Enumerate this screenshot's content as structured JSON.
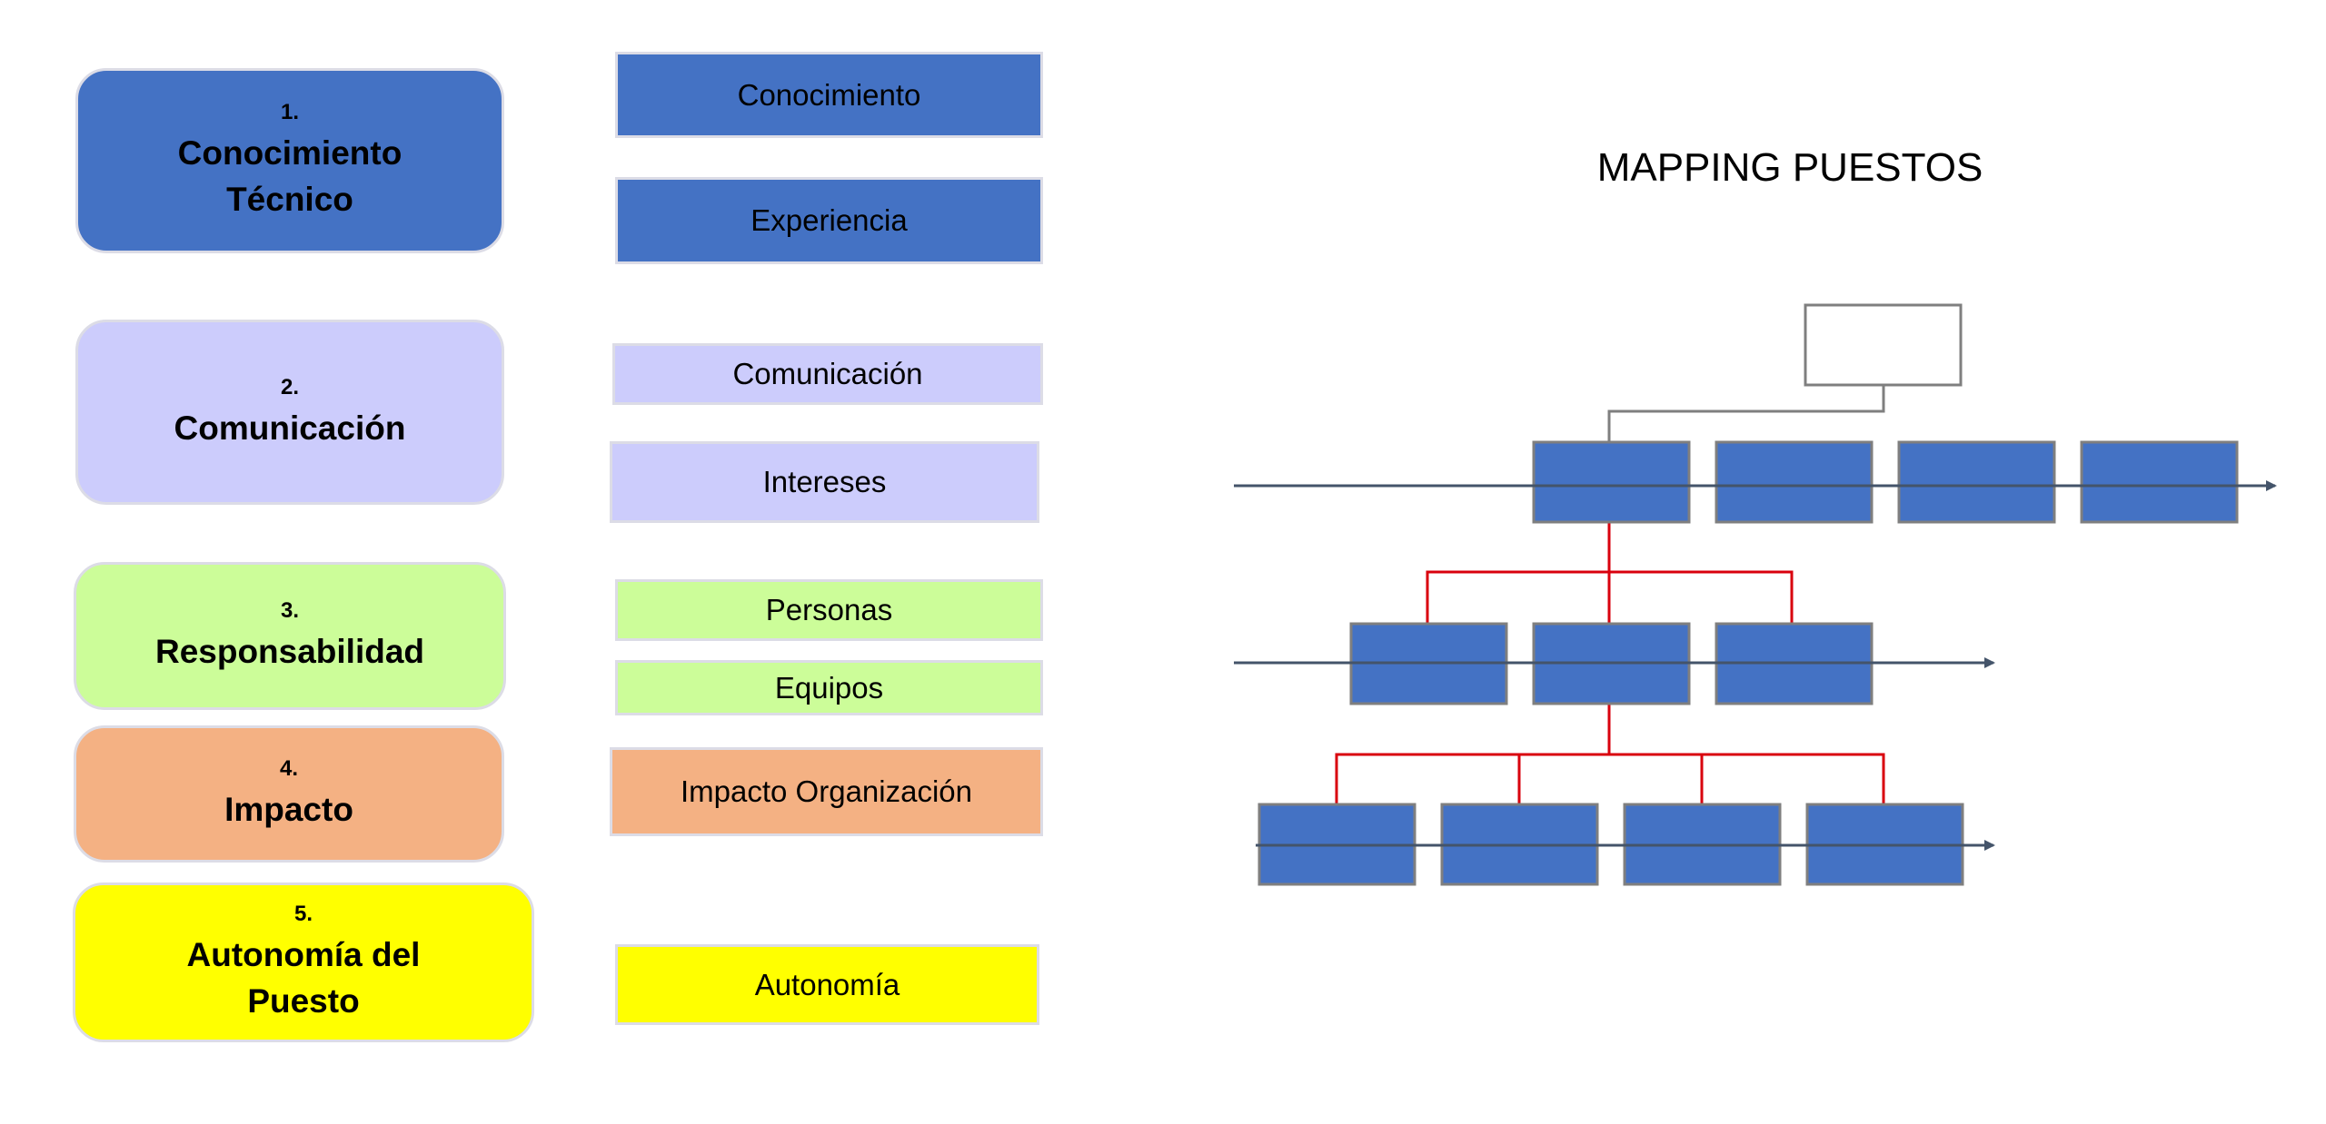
{
  "categories": [
    {
      "number": "1.",
      "title": "Conocimiento\nTécnico",
      "color": "#4472c4"
    },
    {
      "number": "2.",
      "title": "Comunicación",
      "color": "#ccccfc"
    },
    {
      "number": "3.",
      "title": "Responsabilidad",
      "color": "#ccfd99"
    },
    {
      "number": "4.",
      "title": "Impacto",
      "color": "#f4b183"
    },
    {
      "number": "5.",
      "title": "Autonomía del\nPuesto",
      "color": "#ffff00"
    }
  ],
  "factors": [
    {
      "label": "Conocimiento",
      "color": "#4472c4"
    },
    {
      "label": "Experiencia",
      "color": "#4472c4"
    },
    {
      "label": "Comunicación",
      "color": "#ccccfc"
    },
    {
      "label": "Intereses",
      "color": "#ccccfc"
    },
    {
      "label": "Personas",
      "color": "#ccfd99"
    },
    {
      "label": "Equipos",
      "color": "#ccfd99"
    },
    {
      "label": "Impacto Organización",
      "color": "#f4b183"
    },
    {
      "label": "Autonomía",
      "color": "#ffff00"
    }
  ],
  "diagram": {
    "title": "MAPPING PUESTOS",
    "box_color": "#4472c4",
    "connector_color": "#d9000d",
    "axis_color": "#44546a",
    "top_connector_color": "#7f7f7f"
  }
}
